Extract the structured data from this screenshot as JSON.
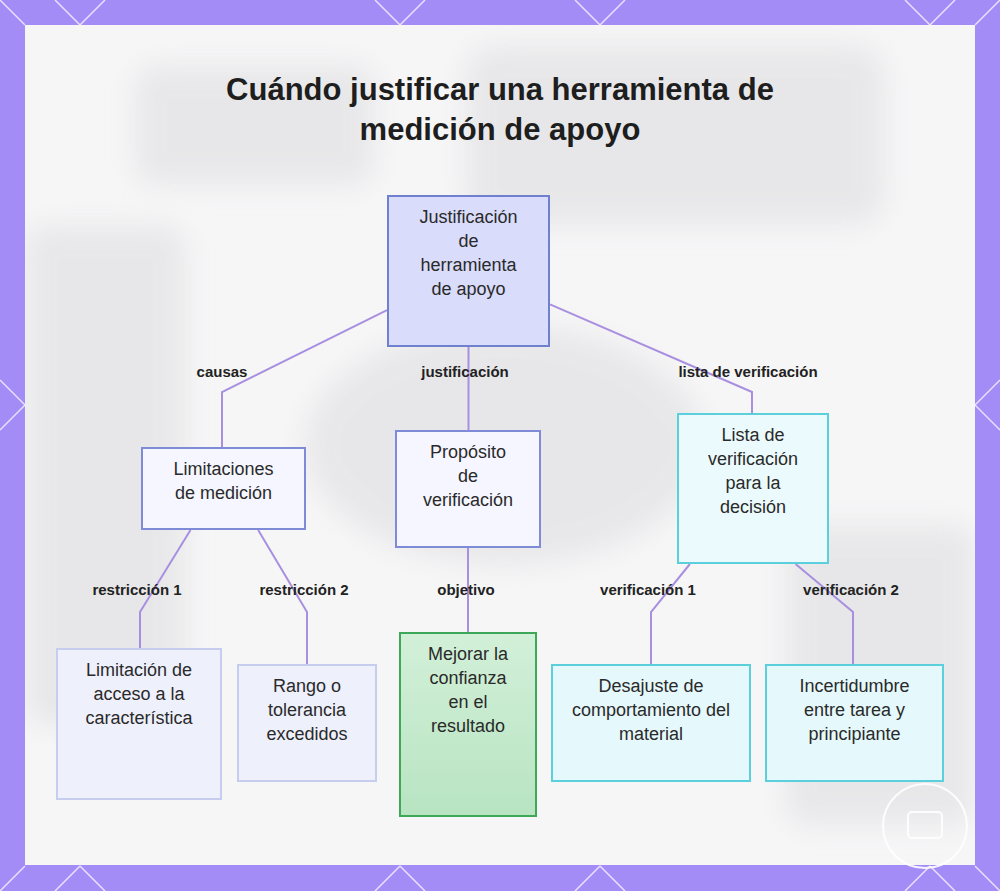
{
  "diagram": {
    "title": "Cuándo justificar una herramienta de medición de apoyo",
    "nodes": [
      {
        "text": [
          "Justificación de herramienta de apoyo"
        ]
      },
      {
        "text": [
          "Limitaciones de medición"
        ]
      },
      {
        "text": [
          "Propósito de verificación"
        ]
      },
      {
        "text": [
          "Lista de verificación para la decisión"
        ]
      },
      {
        "text": [
          "Limitación de acceso a la característica"
        ]
      },
      {
        "text": [
          "Rango o tolerancia excedidos"
        ]
      },
      {
        "text": [
          "Mejorar la confianza en el resultado"
        ]
      },
      {
        "text": [
          "Desajuste de comportamiento del material"
        ]
      },
      {
        "text": [
          "Incertidumbre entre tarea y principiante"
        ]
      }
    ],
    "edges": [
      {
        "from": 0,
        "to": 1,
        "label": "causas",
        "arrow": "none"
      },
      {
        "from": 0,
        "to": 2,
        "label": "justificación",
        "arrow": "none"
      },
      {
        "from": 0,
        "to": 3,
        "label": "lista de verificación",
        "arrow": "none"
      },
      {
        "from": 1,
        "to": 4,
        "label": "restricción 1",
        "arrow": "none"
      },
      {
        "from": 1,
        "to": 5,
        "label": "restricción 2",
        "arrow": "none"
      },
      {
        "from": 2,
        "to": 6,
        "label": "objetivo",
        "arrow": "none"
      },
      {
        "from": 3,
        "to": 7,
        "label": "verificación 1",
        "arrow": "none"
      },
      {
        "from": 3,
        "to": 8,
        "label": "verificación 2",
        "arrow": "none"
      }
    ]
  }
}
